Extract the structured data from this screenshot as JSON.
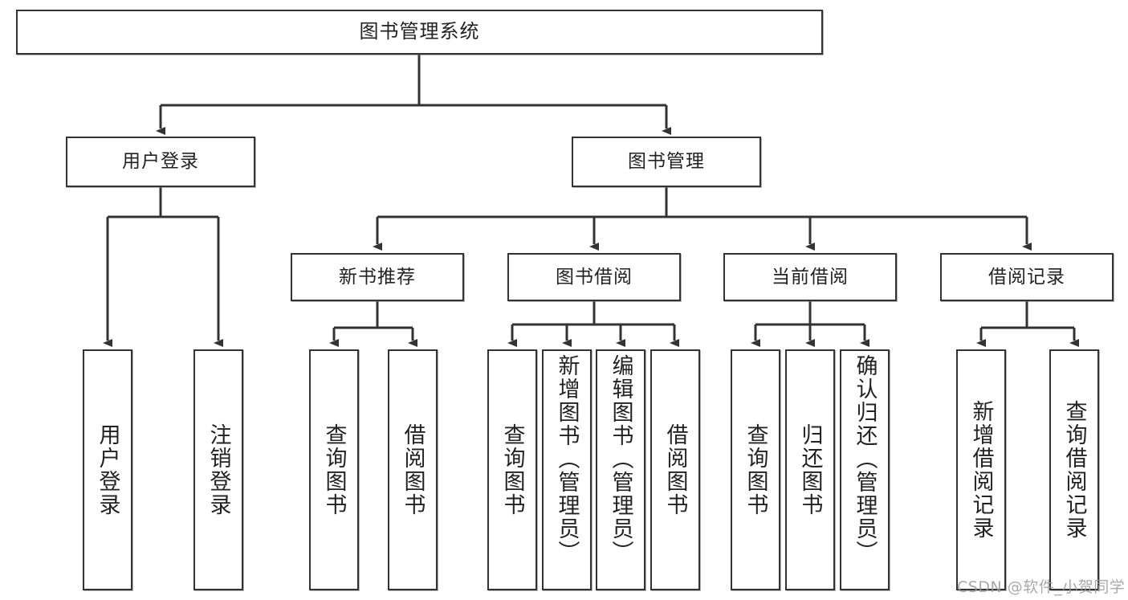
{
  "diagram": {
    "title": "图书管理系统",
    "type": "tree",
    "watermark": "CSDN @软件_小贺同学",
    "colors": {
      "node_border": "#333333",
      "node_fill": "#ffffff",
      "edge": "#333333",
      "text": "#222222",
      "watermark": "#9a9a9a"
    },
    "nodes": {
      "root": {
        "label": "图书管理系统"
      },
      "level2": [
        {
          "id": "user-login",
          "label": "用户登录"
        },
        {
          "id": "book-management",
          "label": "图书管理"
        }
      ],
      "level3": [
        {
          "id": "new-book-recommend",
          "label": "新书推荐"
        },
        {
          "id": "book-borrow",
          "label": "图书借阅"
        },
        {
          "id": "current-borrow",
          "label": "当前借阅"
        },
        {
          "id": "borrow-record",
          "label": "借阅记录"
        }
      ],
      "leaves": {
        "user_login": [
          {
            "id": "leaf-user-login",
            "label": "用户登录"
          },
          {
            "id": "leaf-logout-login",
            "label": "注销登录"
          }
        ],
        "new_book_recommend": [
          {
            "id": "leaf-query-book-1",
            "label": "查询图书"
          },
          {
            "id": "leaf-borrow-book-1",
            "label": "借阅图书"
          }
        ],
        "book_borrow": [
          {
            "id": "leaf-query-book-2",
            "label": "查询图书"
          },
          {
            "id": "leaf-add-book",
            "label": "新增图书（管理员）"
          },
          {
            "id": "leaf-edit-book",
            "label": "编辑图书（管理员）"
          },
          {
            "id": "leaf-borrow-book-2",
            "label": "借阅图书"
          }
        ],
        "current_borrow": [
          {
            "id": "leaf-query-book-3",
            "label": "查询图书"
          },
          {
            "id": "leaf-return-book",
            "label": "归还图书"
          },
          {
            "id": "leaf-confirm-return",
            "label": "确认归还（管理员）"
          }
        ],
        "borrow_record": [
          {
            "id": "leaf-add-borrow-record",
            "label": "新增借阅记录"
          },
          {
            "id": "leaf-query-borrow-record",
            "label": "查询借阅记录"
          }
        ]
      }
    }
  }
}
